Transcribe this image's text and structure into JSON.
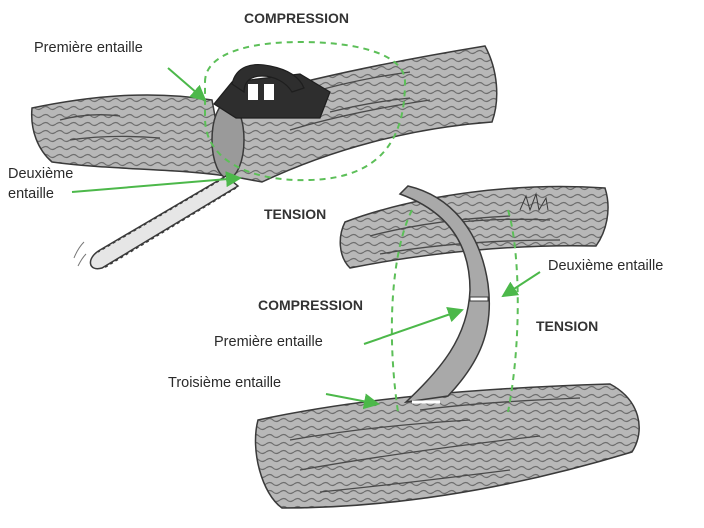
{
  "labels": {
    "top_compression": "COMPRESSION",
    "top_first_cut": "Première entaille",
    "top_second_cut_line1": "Deuxième",
    "top_second_cut_line2": "entaille",
    "top_tension": "TENSION",
    "bottom_second_cut": "Deuxième entaille",
    "bottom_compression": "COMPRESSION",
    "bottom_first_cut": "Première entaille",
    "bottom_tension": "TENSION",
    "bottom_third_cut": "Troisième entaille"
  },
  "colors": {
    "accent_green": "#4cb84a",
    "dashed_green": "#5cbf58",
    "wood_dark": "#3a3a3a",
    "wood_mid": "#8e8e8e",
    "wood_light": "#cfcfcf",
    "saw_body": "#2e2e2e"
  }
}
